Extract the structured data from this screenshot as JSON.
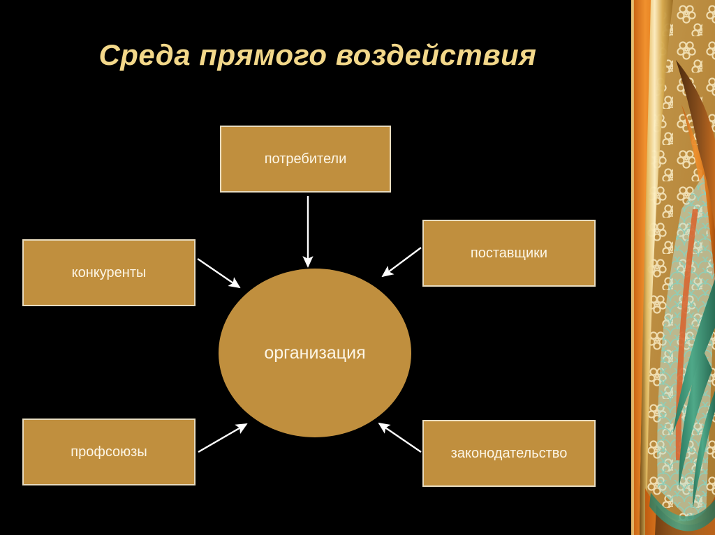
{
  "slide": {
    "title": "Среда прямого воздействия",
    "background_color": "#000000",
    "title_color": "#f3d88a",
    "node_fill_color": "#c08f3e",
    "node_border_color": "#e8dcc0",
    "node_text_color": "#fdf6e6",
    "arrow_color": "#ffffff"
  },
  "diagram": {
    "center_node": {
      "label": "организация",
      "shape": "ellipse"
    },
    "nodes": [
      {
        "id": "potrebiteli",
        "label": "потребители",
        "shape": "rectangle",
        "position": "top"
      },
      {
        "id": "konkurenty",
        "label": "конкуренты",
        "shape": "rectangle",
        "position": "left-upper"
      },
      {
        "id": "postavshchiki",
        "label": "поставщики",
        "shape": "rectangle",
        "position": "right-upper"
      },
      {
        "id": "profsoyuzy",
        "label": "профсоюзы",
        "shape": "rectangle",
        "position": "left-lower"
      },
      {
        "id": "zakonodatelstvo",
        "label": "законодательство",
        "shape": "rectangle",
        "position": "right-lower"
      }
    ],
    "arrows": [
      {
        "from": "potrebiteli",
        "to": "organizaciya",
        "direction": "down"
      },
      {
        "from": "konkurenty",
        "to": "organizaciya",
        "direction": "down-right"
      },
      {
        "from": "postavshchiki",
        "to": "organizaciya",
        "direction": "down-left"
      },
      {
        "from": "profsoyuzy",
        "to": "organizaciya",
        "direction": "up-right"
      },
      {
        "from": "zakonodatelstvo",
        "to": "organizaciya",
        "direction": "up-left"
      }
    ]
  },
  "decoration": {
    "name": "floral-ribbon-border",
    "colors": {
      "gold": "#d2a14a",
      "dark_gold": "#a8762c",
      "orange": "#e8862a",
      "deep_orange": "#c85a14",
      "teal": "#3f9e7e",
      "light_teal": "#79c4aa",
      "brown": "#6b3d18",
      "cream": "#f4e3c0",
      "pale_gold": "#e9d9a4"
    }
  }
}
